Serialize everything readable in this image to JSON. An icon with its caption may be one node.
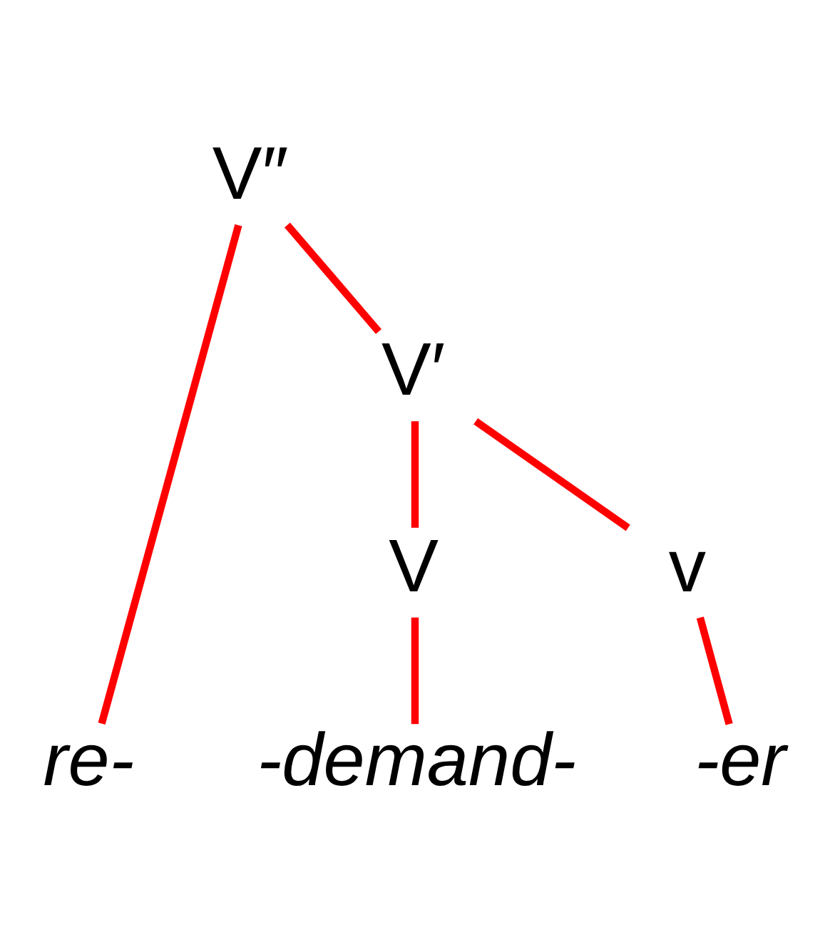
{
  "diagram": {
    "nodes": [
      {
        "text": [
          "V″"
        ]
      },
      {
        "text": [
          "V′"
        ]
      },
      {
        "text": [
          "V"
        ]
      },
      {
        "text": [
          "v"
        ]
      },
      {
        "text": [
          "re-"
        ]
      },
      {
        "text": [
          "-demand-"
        ]
      },
      {
        "text": [
          "-er"
        ]
      }
    ],
    "edges": [
      {
        "from": 0,
        "to": 4,
        "arrow": "none"
      },
      {
        "from": 0,
        "to": 1,
        "arrow": "none"
      },
      {
        "from": 1,
        "to": 2,
        "arrow": "none"
      },
      {
        "from": 1,
        "to": 3,
        "arrow": "none"
      },
      {
        "from": 2,
        "to": 5,
        "arrow": "none"
      },
      {
        "from": 3,
        "to": 6,
        "arrow": "none"
      }
    ]
  }
}
